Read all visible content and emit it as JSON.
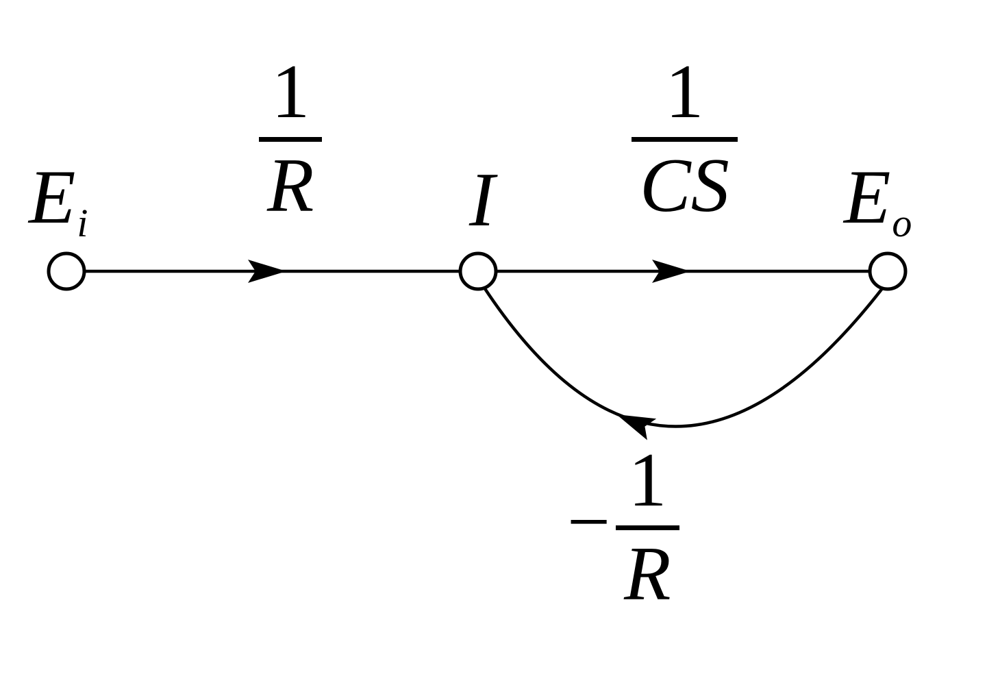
{
  "background": "#ffffff",
  "ink": "#000000",
  "diagram": {
    "type": "signal-flow-graph",
    "nodes": {
      "input": {
        "symbol": "E",
        "subscript": "i"
      },
      "middle": {
        "symbol": "I",
        "subscript": ""
      },
      "output": {
        "symbol": "E",
        "subscript": "o"
      }
    },
    "branches": {
      "input_to_middle": {
        "sign": "",
        "numerator": "1",
        "denominator": "R"
      },
      "middle_to_output": {
        "sign": "",
        "numerator": "1",
        "denominator": "CS"
      },
      "feedback": {
        "sign": "−",
        "numerator": "1",
        "denominator": "R"
      }
    }
  }
}
